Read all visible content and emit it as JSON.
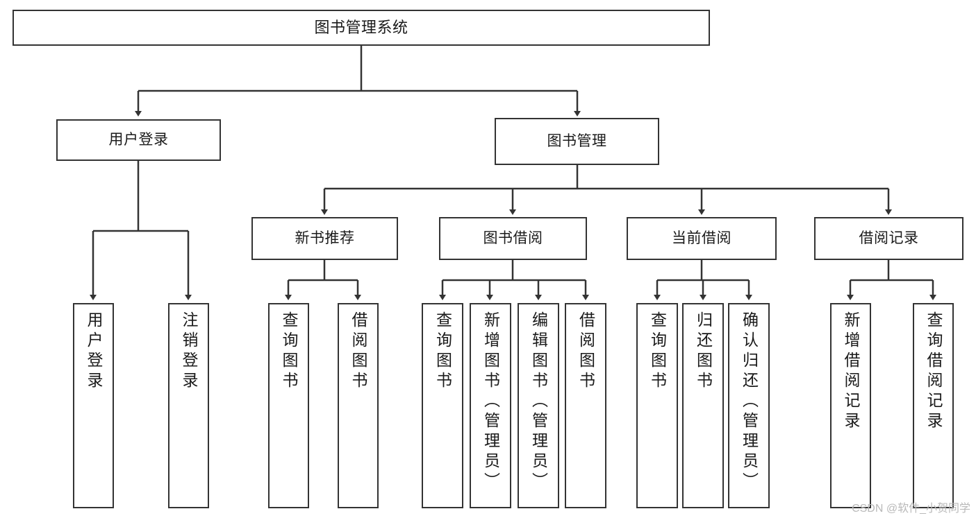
{
  "diagram": {
    "type": "tree-hierarchy",
    "title": "图书管理系统",
    "watermark": "CSDN @软件_小贺同学",
    "colors": {
      "box_border": "#333333",
      "box_fill": "#ffffff",
      "edge": "#333333",
      "text": "#1a1a1a",
      "watermark": "#b9b9b9"
    },
    "root": {
      "label": "图书管理系统"
    },
    "level1": [
      {
        "id": "user-login",
        "label": "用户登录"
      },
      {
        "id": "book-manage",
        "label": "图书管理"
      }
    ],
    "level2": [
      {
        "id": "new-book-recommend",
        "label": "新书推荐",
        "parent": "book-manage"
      },
      {
        "id": "book-borrow",
        "label": "图书借阅",
        "parent": "book-manage"
      },
      {
        "id": "current-borrow",
        "label": "当前借阅",
        "parent": "book-manage"
      },
      {
        "id": "borrow-record",
        "label": "借阅记录",
        "parent": "book-manage"
      }
    ],
    "leaves": [
      {
        "id": "leaf-user-login",
        "label": "用户登录",
        "parent": "user-login"
      },
      {
        "id": "leaf-logout-login",
        "label": "注销登录",
        "parent": "user-login"
      },
      {
        "id": "leaf-query-book-1",
        "label": "查询图书",
        "parent": "new-book-recommend"
      },
      {
        "id": "leaf-borrow-book-1",
        "label": "借阅图书",
        "parent": "new-book-recommend"
      },
      {
        "id": "leaf-query-book-2",
        "label": "查询图书",
        "parent": "book-borrow"
      },
      {
        "id": "leaf-add-book",
        "label": "新增图书（管理员）",
        "parent": "book-borrow"
      },
      {
        "id": "leaf-edit-book",
        "label": "编辑图书（管理员）",
        "parent": "book-borrow"
      },
      {
        "id": "leaf-borrow-book-2",
        "label": "借阅图书",
        "parent": "book-borrow"
      },
      {
        "id": "leaf-query-book-3",
        "label": "查询图书",
        "parent": "current-borrow"
      },
      {
        "id": "leaf-return-book",
        "label": "归还图书",
        "parent": "current-borrow"
      },
      {
        "id": "leaf-confirm-return",
        "label": "确认归还（管理员）",
        "parent": "current-borrow"
      },
      {
        "id": "leaf-add-record",
        "label": "新增借阅记录",
        "parent": "borrow-record"
      },
      {
        "id": "leaf-query-record",
        "label": "查询借阅记录",
        "parent": "borrow-record"
      }
    ]
  }
}
